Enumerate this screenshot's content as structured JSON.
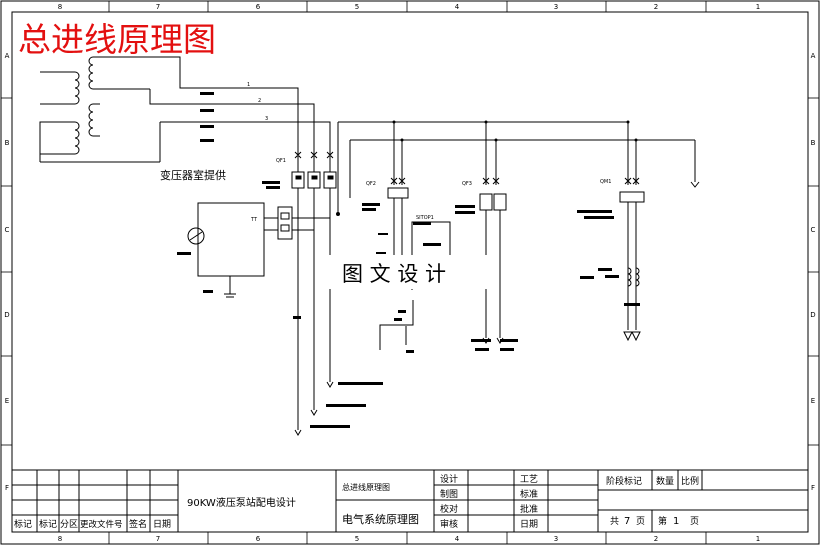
{
  "drawing_title": "总进线原理图",
  "transformer_note": "变压器室提供",
  "watermark": "图 文 设 计",
  "labels": {
    "qf1": "QF1",
    "qf2": "QF2",
    "qf3": "QF3",
    "qm1": "QM1",
    "tt": "TT",
    "sitop": "SITOP1",
    "phase_a": "1",
    "phase_b": "2",
    "phase_c": "3"
  },
  "border": {
    "top_numbers": [
      "8",
      "7",
      "6",
      "5",
      "4",
      "3",
      "2",
      "1"
    ],
    "bottom_numbers": [
      "8",
      "7",
      "6",
      "5",
      "4",
      "3",
      "2",
      "1"
    ],
    "left_letters": [
      "A",
      "B",
      "C",
      "D",
      "E",
      "F"
    ],
    "right_letters": [
      "A",
      "B",
      "C",
      "D",
      "E",
      "F"
    ]
  },
  "title_block": {
    "project": "90KW液压泵站配电设计",
    "drawing_name_top": "总进线原理图",
    "drawing_name_main": "电气系统原理图",
    "revision_headers": [
      "标记",
      "标记",
      "分区",
      "更改文件号",
      "签名",
      "日期"
    ],
    "roles_left": [
      "设计",
      "制图",
      "校对",
      "审核"
    ],
    "roles_right": [
      "工艺",
      "标准",
      "批准",
      "日期"
    ],
    "stage_label": "阶段标记",
    "quantity_label": "数量",
    "scale_label": "比例",
    "sheets_total_prefix": "共",
    "sheets_total": "7",
    "sheets_total_suffix": "页",
    "sheet_no_prefix": "第",
    "sheet_no": "1",
    "sheet_no_suffix": "页"
  }
}
